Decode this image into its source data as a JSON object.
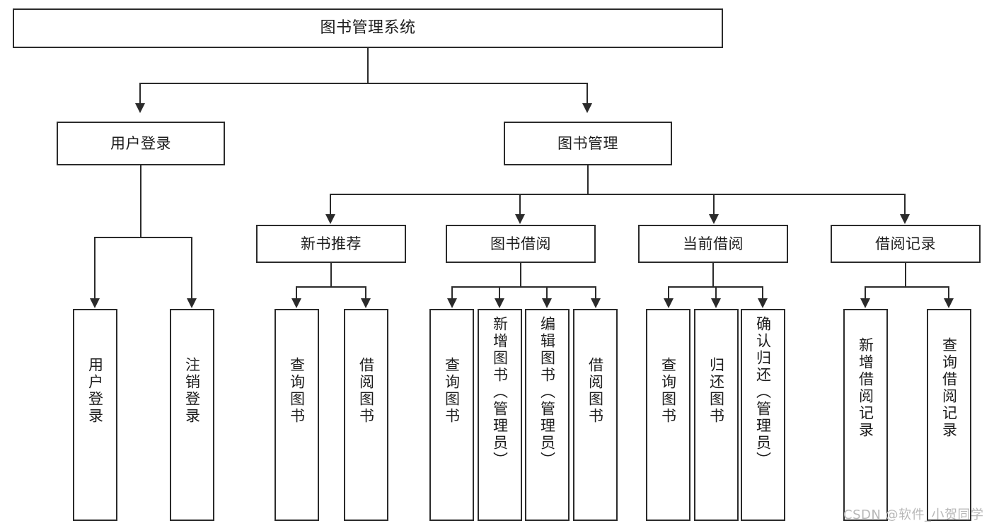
{
  "diagram": {
    "title": "图书管理系统",
    "type": "功能结构图",
    "root": {
      "label": "图书管理系统"
    },
    "level2": [
      {
        "label": "用户登录"
      },
      {
        "label": "图书管理"
      }
    ],
    "level3": [
      {
        "label": "新书推荐"
      },
      {
        "label": "图书借阅"
      },
      {
        "label": "当前借阅"
      },
      {
        "label": "借阅记录"
      }
    ],
    "leaves": {
      "user_login": [
        {
          "label": "用户登录"
        },
        {
          "label": "注销登录"
        }
      ],
      "new_book_recommend": [
        {
          "label": "查询图书"
        },
        {
          "label": "借阅图书"
        }
      ],
      "book_borrow": [
        {
          "label": "查询图书"
        },
        {
          "label": "新增图书（管理员）"
        },
        {
          "label": "编辑图书（管理员）"
        },
        {
          "label": "借阅图书"
        }
      ],
      "current_borrow": [
        {
          "label": "查询图书"
        },
        {
          "label": "归还图书"
        },
        {
          "label": "确认归还（管理员）"
        }
      ],
      "borrow_record": [
        {
          "label": "新增借阅记录"
        },
        {
          "label": "查询借阅记录"
        }
      ]
    }
  },
  "watermark": {
    "text": "CSDN @软件_小贺同学"
  },
  "colors": {
    "stroke": "#2b2b2b",
    "fill": "#ffffff",
    "text": "#1d1d1d",
    "watermark": "#b8b8b8"
  }
}
